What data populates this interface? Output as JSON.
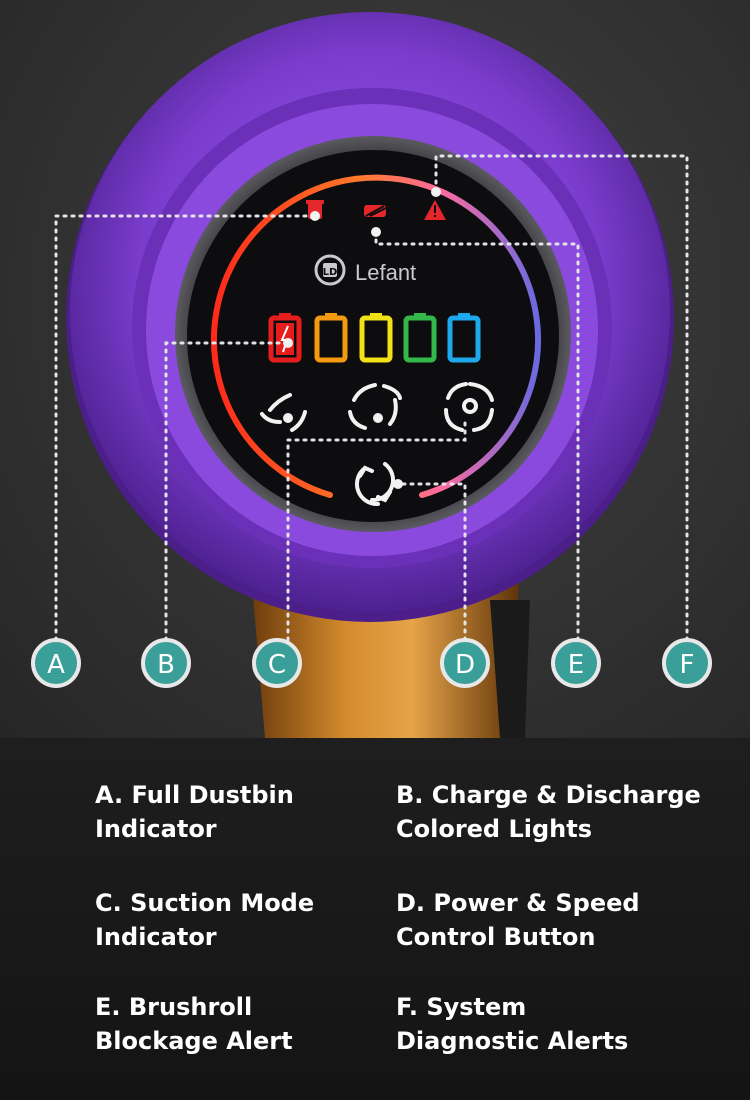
{
  "brand": {
    "logo_mark": "LD",
    "name": "Lefant"
  },
  "callouts": [
    "A",
    "B",
    "C",
    "D",
    "E",
    "F"
  ],
  "legend": [
    {
      "line1": "A. Full Dustbin",
      "line2": "Indicator"
    },
    {
      "line1": "B. Charge & Discharge",
      "line2": "Colored Lights"
    },
    {
      "line1": "C. Suction Mode",
      "line2": "Indicator"
    },
    {
      "line1": "D. Power & Speed",
      "line2": "Control Button"
    },
    {
      "line1": "E. Brushroll",
      "line2": "Blockage Alert"
    },
    {
      "line1": "F. System",
      "line2": "Diagnostic Alerts"
    }
  ],
  "colors": {
    "body_purple": "#7e3fd0",
    "handle_orange": "#c47a24",
    "callout_teal": "#3a9e99",
    "battery_levels": [
      "#e51d1d",
      "#f39a12",
      "#f3e117",
      "#34b84a",
      "#1ea9ec"
    ],
    "alert_red": "#e5262b"
  },
  "icons": [
    "dustbin-icon",
    "brushroll-icon",
    "warning-icon",
    "battery-icon",
    "fan-low-icon",
    "fan-mid-icon",
    "fan-high-icon",
    "power-icon"
  ]
}
